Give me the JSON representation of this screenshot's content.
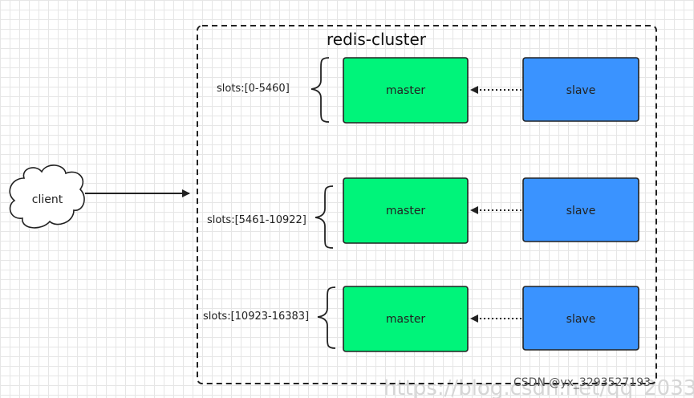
{
  "cluster": {
    "title": "redis-cluster"
  },
  "client": {
    "label": "client"
  },
  "shards": [
    {
      "slots": "slots:[0-5460]",
      "master": "master",
      "slave": "slave"
    },
    {
      "slots": "slots:[5461-10922]",
      "master": "master",
      "slave": "slave"
    },
    {
      "slots": "slots:[10923-16383]",
      "master": "master",
      "slave": "slave"
    }
  ],
  "watermark": {
    "text": "CSDN @yx_3293527193",
    "url": "https://blog.csdn.net/qq_2033"
  },
  "colors": {
    "master": "#00f47a",
    "slave": "#3a93ff",
    "border": "#222222"
  }
}
